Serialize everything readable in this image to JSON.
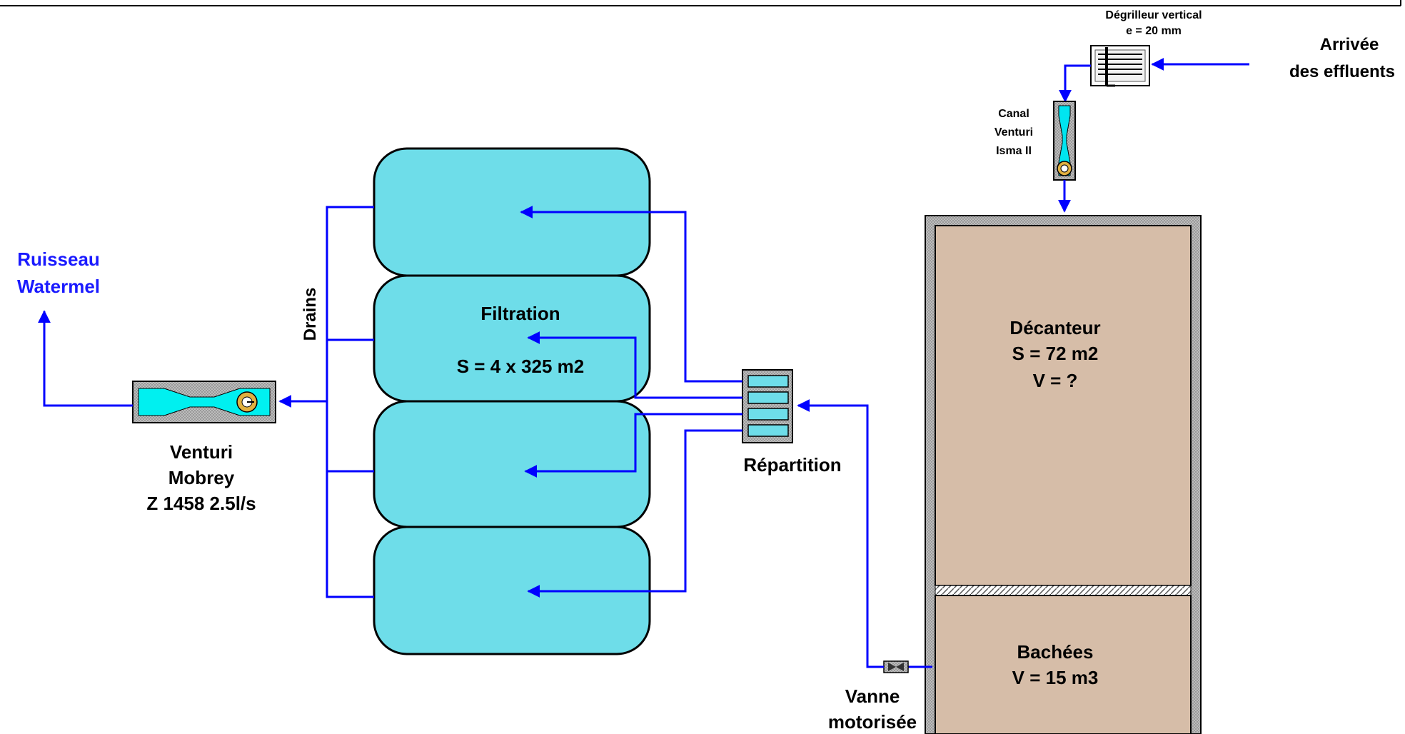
{
  "colors": {
    "pipe": "#0000ff",
    "basin_fill": "#6edde9",
    "settler_fill": "#d6bda8",
    "outlet_label": "#1a1aff"
  },
  "screen_grille": {
    "line1": "Dégrilleur vertical",
    "line2": "e = 20 mm",
    "icon": "bar-screen-icon"
  },
  "inflow": {
    "line1": "Arrivée",
    "line2": "des effluents"
  },
  "venturi_channel": {
    "line1": "Canal",
    "line2": "Venturi",
    "line3": "Isma II",
    "icon": "venturi-flume-icon"
  },
  "settler": {
    "line1": "Décanteur",
    "line2": "S = 72 m2",
    "line3": "V = ?"
  },
  "tank": {
    "line1": "Bachées",
    "line2": "V = 15 m3"
  },
  "valve": {
    "line1": "Vanne",
    "line2": "motorisée",
    "icon": "valve-icon"
  },
  "distribution": {
    "label": "Répartition",
    "icon": "distribution-box-icon"
  },
  "filtration": {
    "line1": "Filtration",
    "line2": "S = 4 x 325 m2"
  },
  "drains": {
    "label": "Drains"
  },
  "outlet_venturi": {
    "line1": "Venturi",
    "line2": "Mobrey",
    "line3": "Z 1458 2.5l/s",
    "icon": "venturi-flowmeter-icon"
  },
  "outlet": {
    "line1": "Ruisseau",
    "line2": "Watermel"
  }
}
